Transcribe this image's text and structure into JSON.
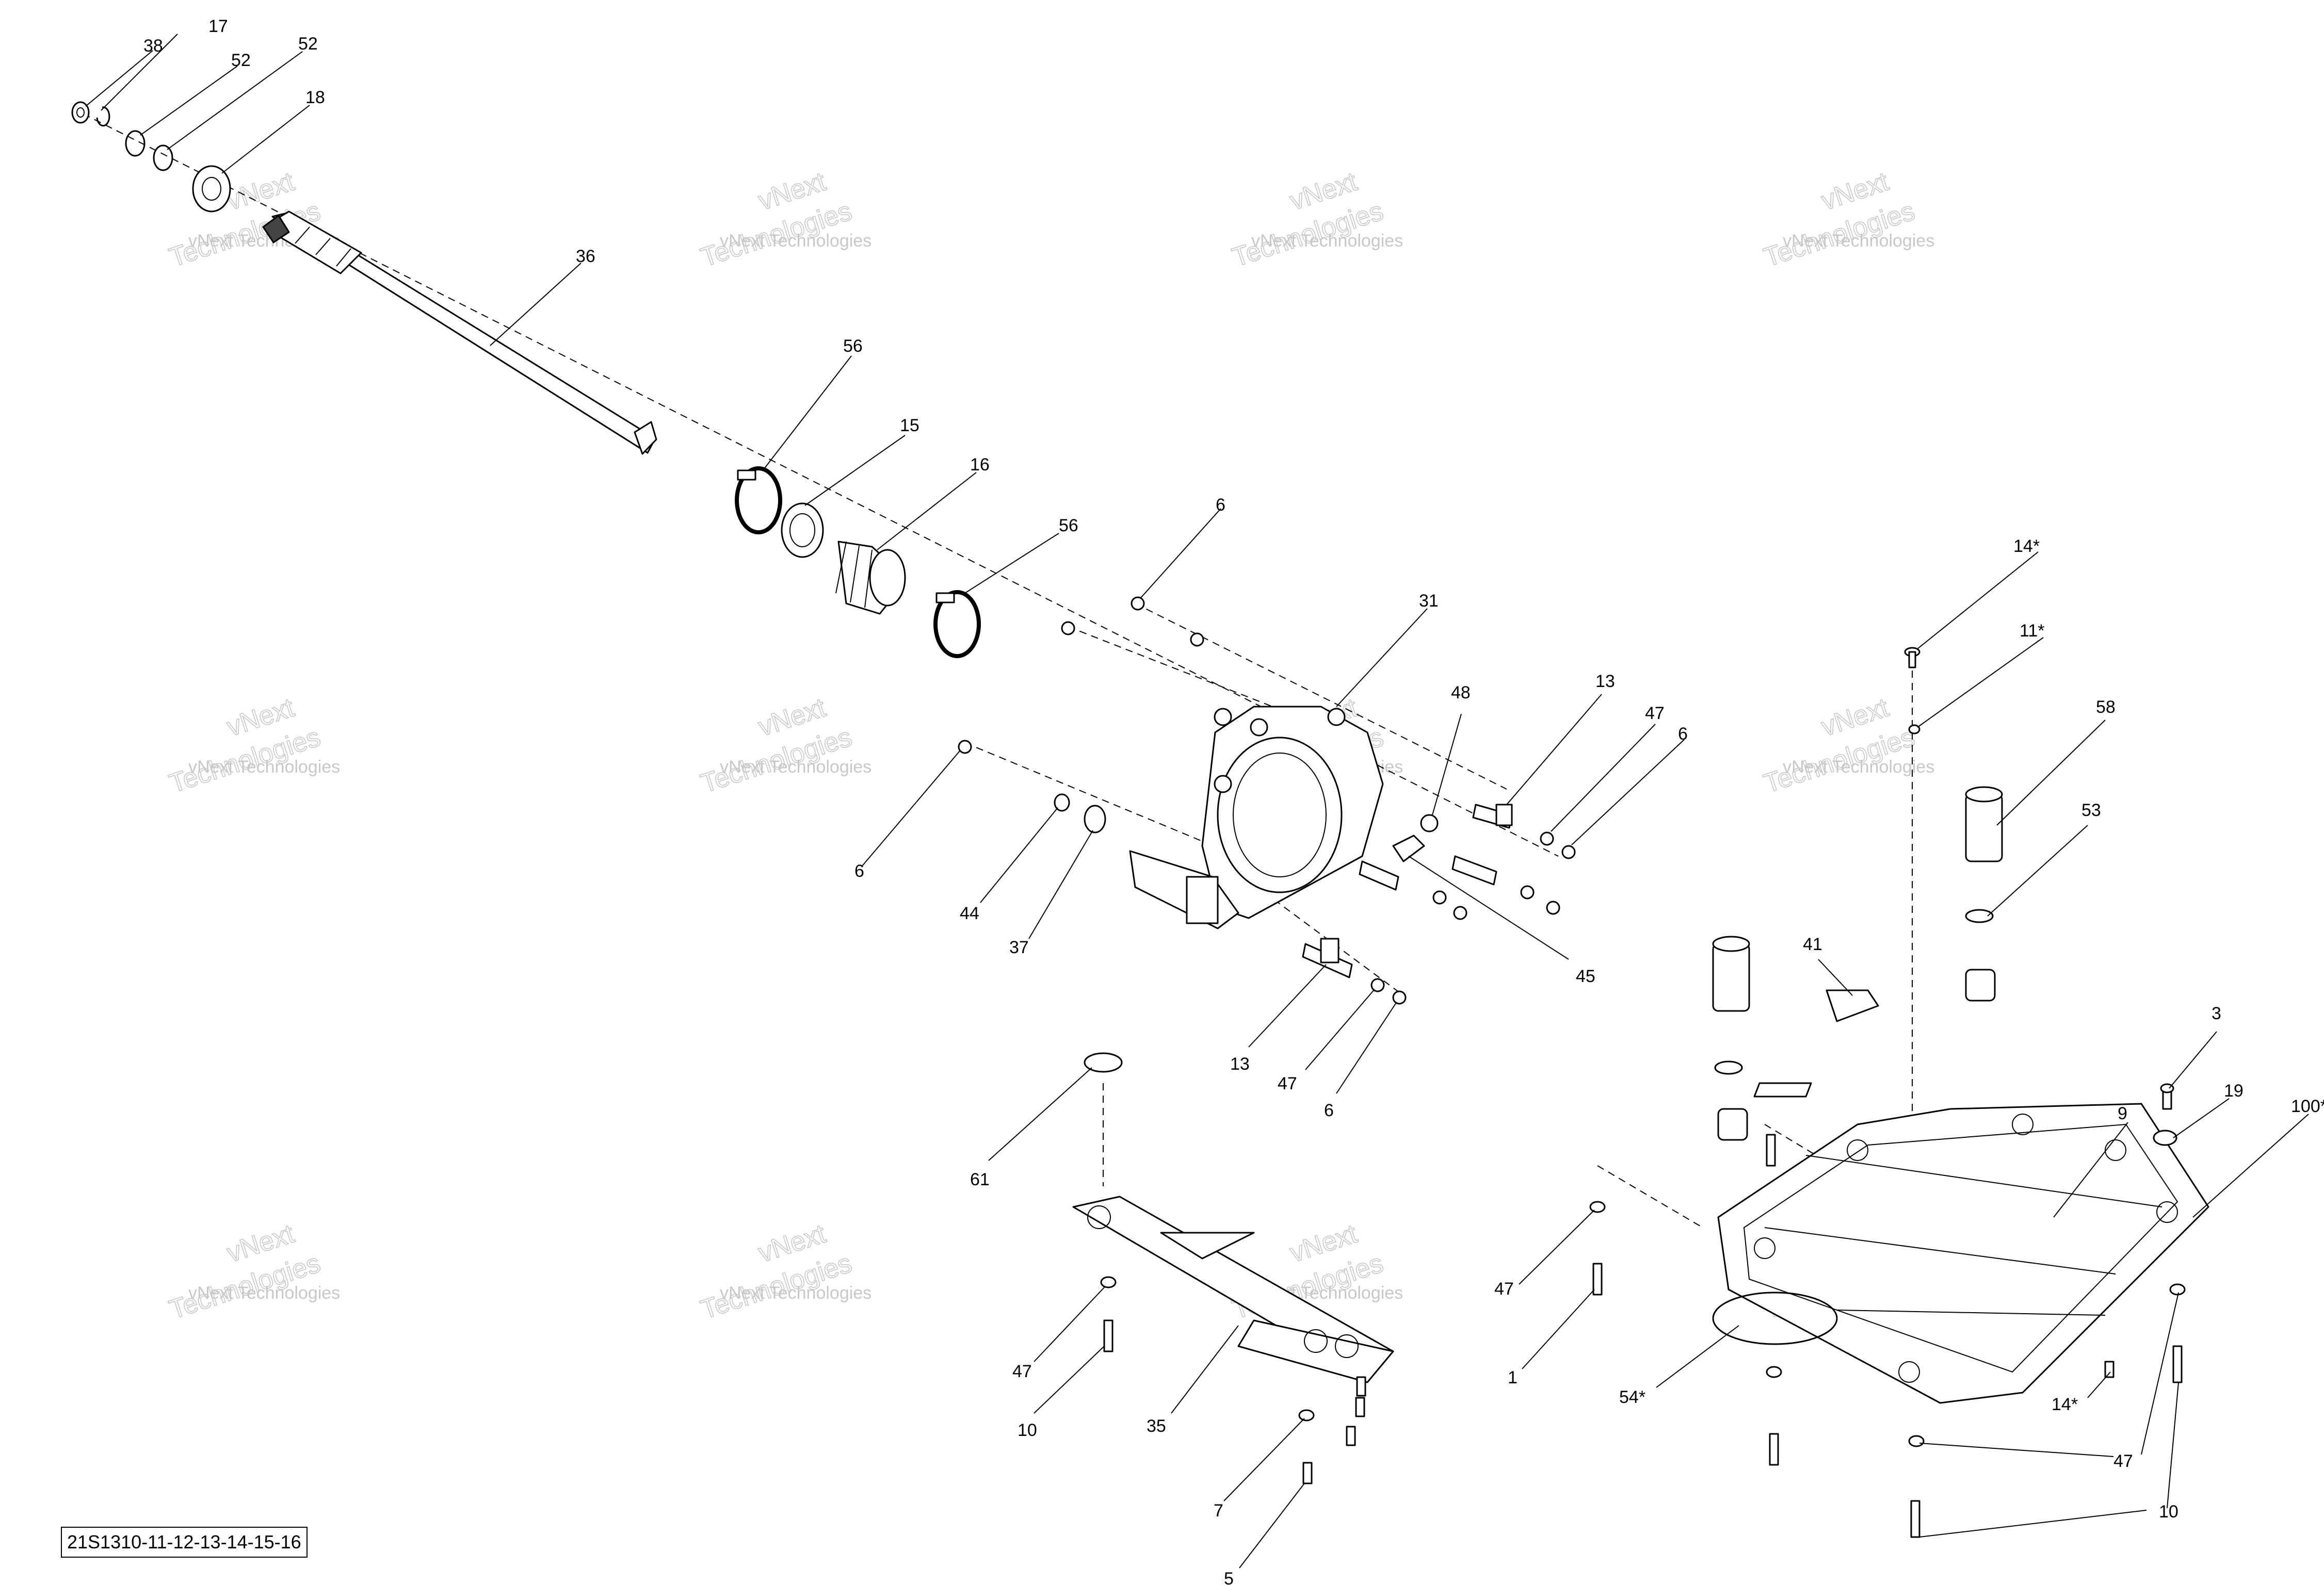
{
  "diagram": {
    "reference_code": "21S1310-11-12-13-14-15-16",
    "watermark": {
      "line1": "vNext",
      "line2": "Technologies",
      "small": "vNext Technologies"
    },
    "callouts": {
      "c38": "38",
      "c17": "17",
      "c52a": "52",
      "c52b": "52",
      "c18": "18",
      "c36": "36",
      "c56a": "56",
      "c15": "15",
      "c16": "16",
      "c56b": "56",
      "c6a": "6",
      "c31": "31",
      "c48": "48",
      "c13a": "13",
      "c47a": "47",
      "c6b": "6",
      "c6c": "6",
      "c44": "44",
      "c37": "37",
      "c45": "45",
      "c13b": "13",
      "c47b": "47",
      "c6d": "6",
      "c61": "61",
      "c47c": "47",
      "c10a": "10",
      "c35": "35",
      "c7": "7",
      "c5": "5",
      "c14a": "14*",
      "c11": "11*",
      "c58": "58",
      "c53": "53",
      "c41": "41",
      "c3": "3",
      "c19": "19",
      "c100": "100*",
      "c9": "9",
      "c47d": "47",
      "c1": "1",
      "c54": "54*",
      "c14b": "14*",
      "c47e": "47",
      "c10b": "10"
    }
  }
}
